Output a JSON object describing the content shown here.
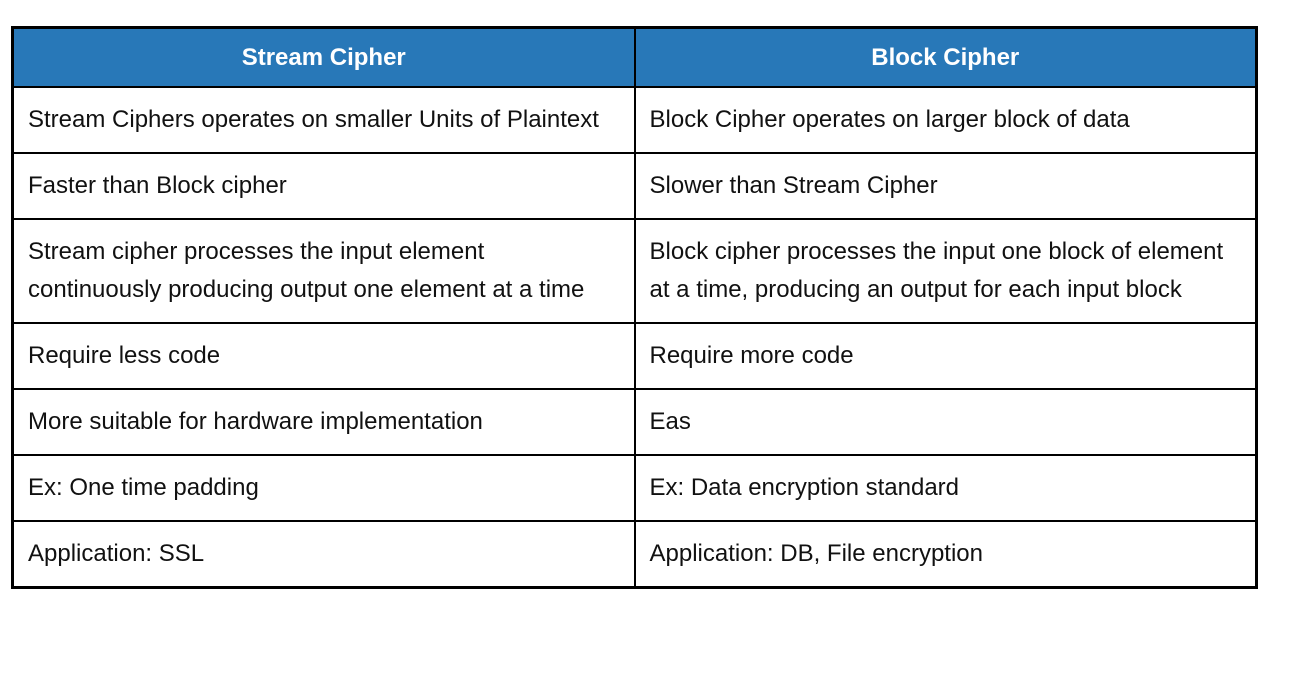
{
  "table": {
    "title": "Stream Cipher vs Block Cipher comparison table",
    "colors": {
      "header_bg": "#2878B8",
      "header_text": "#FFFFFF",
      "border": "#000000",
      "cell_bg": "#FFFFFF",
      "cell_text": "#111111"
    },
    "headers": {
      "stream": "Stream Cipher",
      "block": "Block Cipher"
    },
    "rows": [
      {
        "stream": "Stream Ciphers operates on smaller Units of Plaintext",
        "block": "Block Cipher operates on larger block of data"
      },
      {
        "stream": "Faster than Block cipher",
        "block": "Slower than Stream Cipher"
      },
      {
        "stream": "Stream cipher processes the input element continuously producing output one element at a time",
        "block": "Block cipher processes the input one block of element at a time, producing an output for each input block"
      },
      {
        "stream": "Require less code",
        "block": "Require more code"
      },
      {
        "stream": "More suitable for hardware implementation",
        "block": "Eas"
      },
      {
        "stream": "Ex: One time padding",
        "block": "Ex: Data encryption standard"
      },
      {
        "stream": "Application: SSL",
        "block": "Application: DB, File encryption"
      }
    ]
  }
}
